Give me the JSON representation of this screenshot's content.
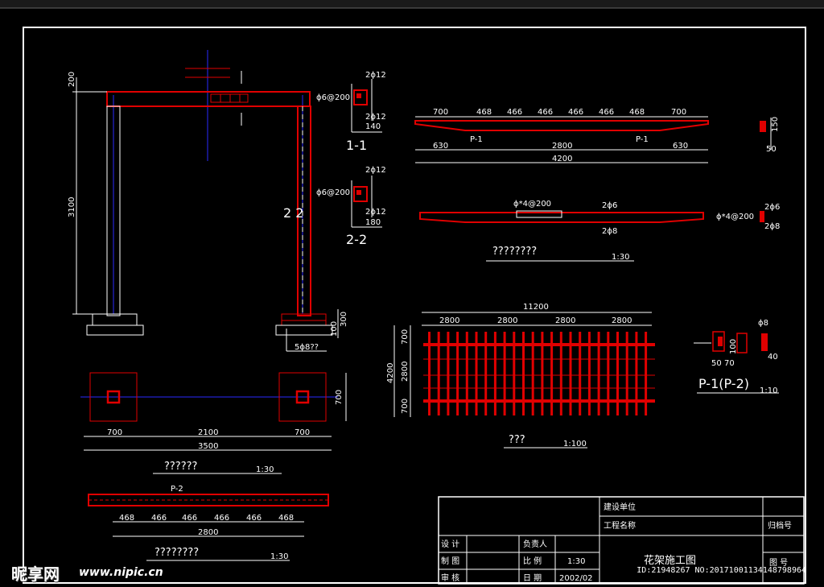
{
  "colors": {
    "background": "#000000",
    "line": "#ffffff",
    "rebar": "#e00000",
    "axis": "#2a2aff"
  },
  "frame_elevation": {
    "dims_left": [
      "200",
      "3100"
    ],
    "top_rebar_1": "2ϕ12",
    "stirrup_1": "ϕ6@200",
    "bottom_rebar_1": "2ϕ12",
    "width_1": "140",
    "section_1": "1-1",
    "top_rebar_2": "2ϕ12",
    "stirrup_2": "ϕ6@200",
    "bottom_rebar_2": "2ϕ12",
    "width_2": "180",
    "section_2": "2-2",
    "cut_label": "2  2",
    "base_dims": [
      "100",
      "300"
    ],
    "base_rebar": "5ϕ8??"
  },
  "plan": {
    "side_dim": "700",
    "bottom_dims": [
      "700",
      "2100",
      "700"
    ],
    "total": "3500",
    "title": "??????",
    "scale": "1:30"
  },
  "beam_p2": {
    "label": "P-2",
    "dims": [
      "468",
      "466",
      "466",
      "466",
      "466",
      "468"
    ],
    "total": "2800",
    "title": "????????",
    "scale": "1:30"
  },
  "beam_long": {
    "dims_top": [
      "700",
      "468",
      "466",
      "466",
      "466",
      "466",
      "468",
      "700"
    ],
    "label_left": "P-1",
    "label_right": "P-1",
    "mid": "2800",
    "side_left": "630",
    "side_right": "630",
    "total": "4200",
    "stirrup": "ϕ*4@200",
    "top_rebar": "2ϕ6",
    "bottom_rebar": "2ϕ8",
    "end_stirrup": "ϕ*4@200",
    "end_top": "2ϕ6",
    "end_bottom": "2ϕ8",
    "title": "????????",
    "scale": "1:30",
    "small_dims": [
      "150",
      "50"
    ]
  },
  "pergola_plan": {
    "total": "11200",
    "bays": [
      "2800",
      "2800",
      "2800",
      "2800"
    ],
    "left_dims": [
      "700",
      "2800",
      "700"
    ],
    "overall": "4200",
    "title": "???",
    "scale": "1:100"
  },
  "detail_p1": {
    "rebar": "ϕ8",
    "dims": [
      "50",
      "70",
      "100",
      "40"
    ],
    "title": "P-1(P-2)",
    "scale": "1:10"
  },
  "title_block": {
    "owner_label": "建设单位",
    "project_label": "工程名称",
    "archive_label": "归档号",
    "design_label": "设  计",
    "draw_label": "制  图",
    "check_label": "审  核",
    "lead_label": "负责人",
    "scale_label": "比  例",
    "scale_value": "1:30",
    "date_label": "日  期",
    "date_value": "2002/02",
    "drawing_title": "花架施工图",
    "drawing_no_label": "图  号"
  },
  "watermark": {
    "site_logo": "昵享网",
    "url": "www.nipic.cn",
    "id": "ID:21948267 NO:20171001134148798964"
  }
}
